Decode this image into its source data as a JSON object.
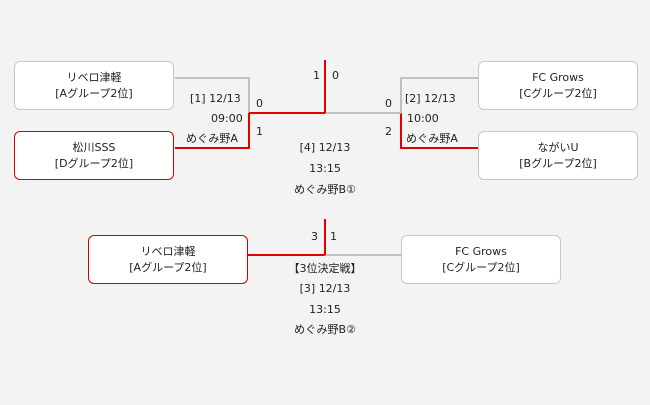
{
  "colors": {
    "win_line": "#e00000",
    "lose_line": "#c0c0c0",
    "win_border": "#d40000",
    "lose_border": "#c8c8c8"
  },
  "teams": {
    "t1": {
      "name": "リベロ津軽",
      "group": "[Aグループ2位]"
    },
    "t2": {
      "name": "松川SSS",
      "group": "[Dグループ2位]"
    },
    "t3": {
      "name": "FC Grows",
      "group": "[Cグループ2位]"
    },
    "t4": {
      "name": "ながいU",
      "group": "[Bグループ2位]"
    },
    "t5": {
      "name": "リベロ津軽",
      "group": "[Aグループ2位]"
    },
    "t6": {
      "name": "FC Grows",
      "group": "[Cグループ2位]"
    }
  },
  "matches": {
    "m1": {
      "label": "[1] 12/13",
      "time": "09:00",
      "venue": "めぐみ野A",
      "score_top": "0",
      "score_bottom": "1"
    },
    "m2": {
      "label": "[2] 12/13",
      "time": "10:00",
      "venue": "めぐみ野A",
      "score_top": "0",
      "score_bottom": "2"
    },
    "m4": {
      "label": "[4] 12/13",
      "time": "13:15",
      "venue": "めぐみ野B①",
      "score_left": "1",
      "score_right": "0"
    },
    "m3": {
      "title": "【3位決定戦】",
      "label": "[3] 12/13",
      "time": "13:15",
      "venue": "めぐみ野B②",
      "score_left": "3",
      "score_right": "1"
    }
  }
}
